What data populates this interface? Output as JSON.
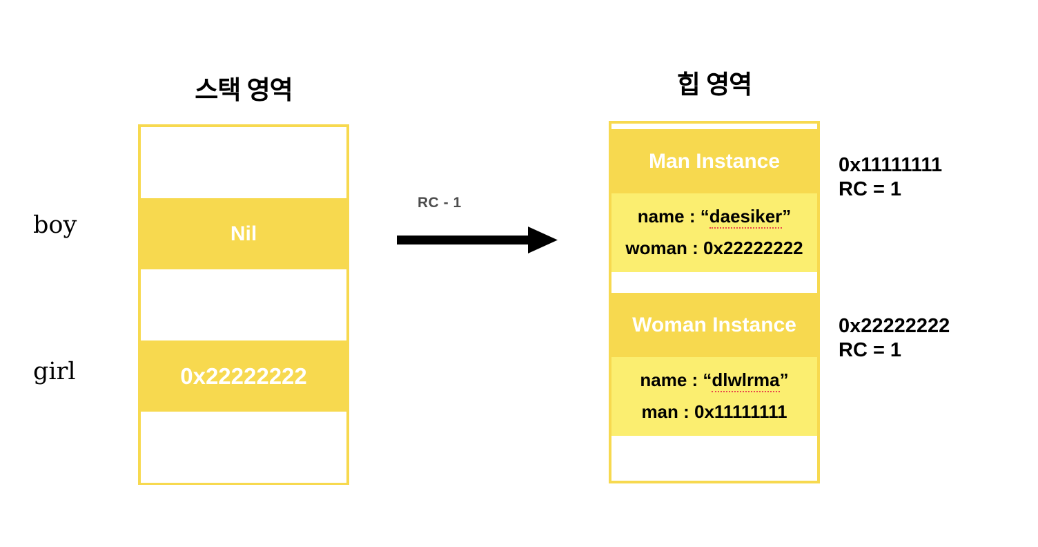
{
  "diagram": {
    "stack": {
      "title": "스택 영역",
      "slots": [
        {
          "value": "",
          "filled": false
        },
        {
          "value": "Nil",
          "filled": true,
          "kind": "nil"
        },
        {
          "value": "",
          "filled": false
        },
        {
          "value": "0x22222222",
          "filled": true,
          "kind": "address"
        },
        {
          "value": "",
          "filled": false
        }
      ],
      "variables": [
        {
          "name": "boy"
        },
        {
          "name": "girl"
        }
      ]
    },
    "arrow": {
      "label": "RC - 1",
      "color": "#000000",
      "label_color": "#4d4d4d",
      "direction": "right"
    },
    "heap": {
      "title": "힙 영역",
      "instances": [
        {
          "header": "Man Instance",
          "fields": [
            {
              "prefix": "name : “",
              "highlight": "daesiker",
              "suffix": "”",
              "misspelled": true
            },
            {
              "prefix": "woman : 0x22222222",
              "highlight": "",
              "suffix": "",
              "misspelled": false
            }
          ],
          "address": "0x11111111",
          "refcount": "RC = 1"
        },
        {
          "header": "Woman Instance",
          "fields": [
            {
              "prefix": "name : “",
              "highlight": "dlwlrma",
              "suffix": "”",
              "misspelled": true
            },
            {
              "prefix": "man : 0x11111111",
              "highlight": "",
              "suffix": "",
              "misspelled": false
            }
          ],
          "address": "0x22222222",
          "refcount": "RC = 1"
        }
      ]
    },
    "colors": {
      "accent_dark": "#F7D94F",
      "accent_light": "#FBEE70",
      "text_on_accent": "#ffffff",
      "arrow": "#000000",
      "arrow_label": "#4d4d4d",
      "misspell_underline": "#e8454a",
      "background": "#ffffff"
    }
  }
}
